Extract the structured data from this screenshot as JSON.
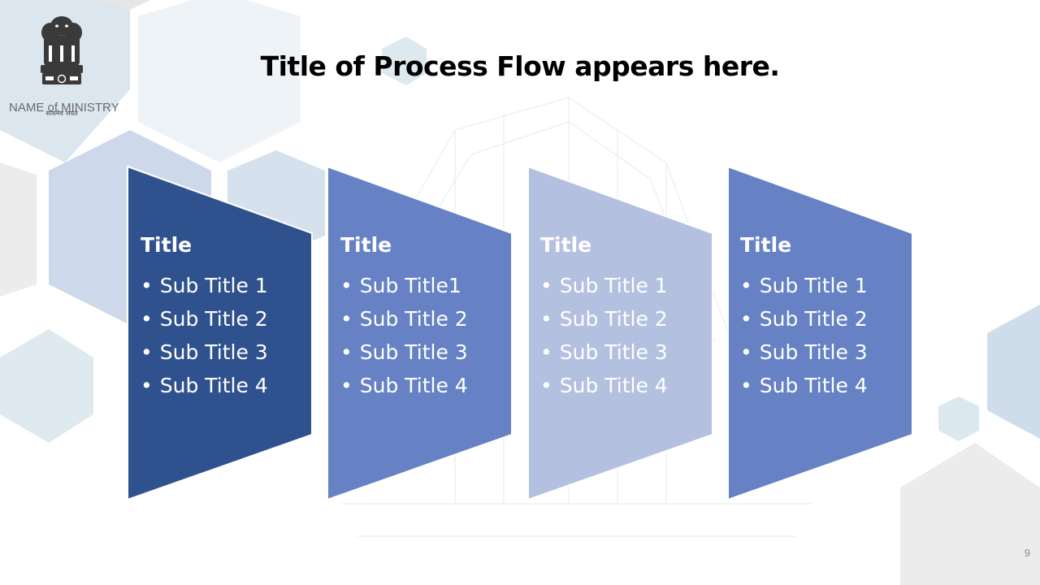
{
  "header": {
    "ministry_name": "NAME of MINISTRY",
    "emblem_motto": "सत्यमेव जयते",
    "title": "Title of Process Flow appears here."
  },
  "flow": {
    "steps": [
      {
        "title": "Title",
        "items": [
          "Sub Title 1",
          "Sub Title 2",
          "Sub Title 3",
          "Sub Title 4"
        ],
        "color": "#2f528f"
      },
      {
        "title": "Title",
        "items": [
          "Sub Title1",
          "Sub Title 2",
          "Sub Title 3",
          "Sub Title 4"
        ],
        "color": "#6682c5"
      },
      {
        "title": "Title",
        "items": [
          "Sub Title 1",
          "Sub Title 2",
          "Sub Title 3",
          "Sub Title 4"
        ],
        "color": "#b4c0e0"
      },
      {
        "title": "Title",
        "items": [
          "Sub Title 1",
          "Sub Title 2",
          "Sub Title 3",
          "Sub Title 4"
        ],
        "color": "#6682c5"
      }
    ]
  },
  "footer": {
    "page_number": "9"
  }
}
